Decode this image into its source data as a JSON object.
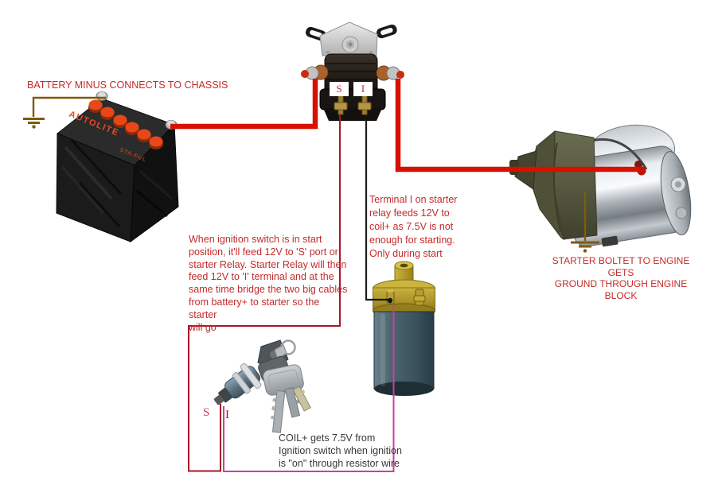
{
  "colors": {
    "wire_thick_red": "#d81000",
    "wire_thin_red": "#a8162c",
    "wire_magenta": "#cc3f9e",
    "wire_black": "#1a1a1a",
    "wire_brown": "#7d5c0e",
    "text_red": "#c32b2b",
    "text_dark": "#383838"
  },
  "battery": {
    "note": "BATTERY MINUS CONNECTS TO CHASSIS",
    "brand": "AUTOLITE",
    "brand_sub": "STA-FUL"
  },
  "relay": {
    "terminal_s": "S",
    "terminal_i": "I"
  },
  "ignition_switch": {
    "terminal_s": "S",
    "terminal_i": "I"
  },
  "notes": {
    "ignition_switch": "When ignition switch is in start\nposition, it'll feed 12V to 'S' port or\nstarter Relay. Starter Relay will then\nfeed 12V to 'I' terminal and at the\nsame time bridge the two big cables\nfrom battery+ to starter so the starter\nwill go",
    "terminal_i": "Terminal I on starter\nrelay feeds 12V to\ncoil+ as 7.5V is not\nenough for starting.\nOnly during start",
    "starter_ground": "STARTER BOLTET TO ENGINE GETS\nGROUND THROUGH ENGINE BLOCK",
    "coil": "COIL+ gets 7.5V from\nIgnition switch when ignition\nis \"on\" through resistor wire"
  }
}
